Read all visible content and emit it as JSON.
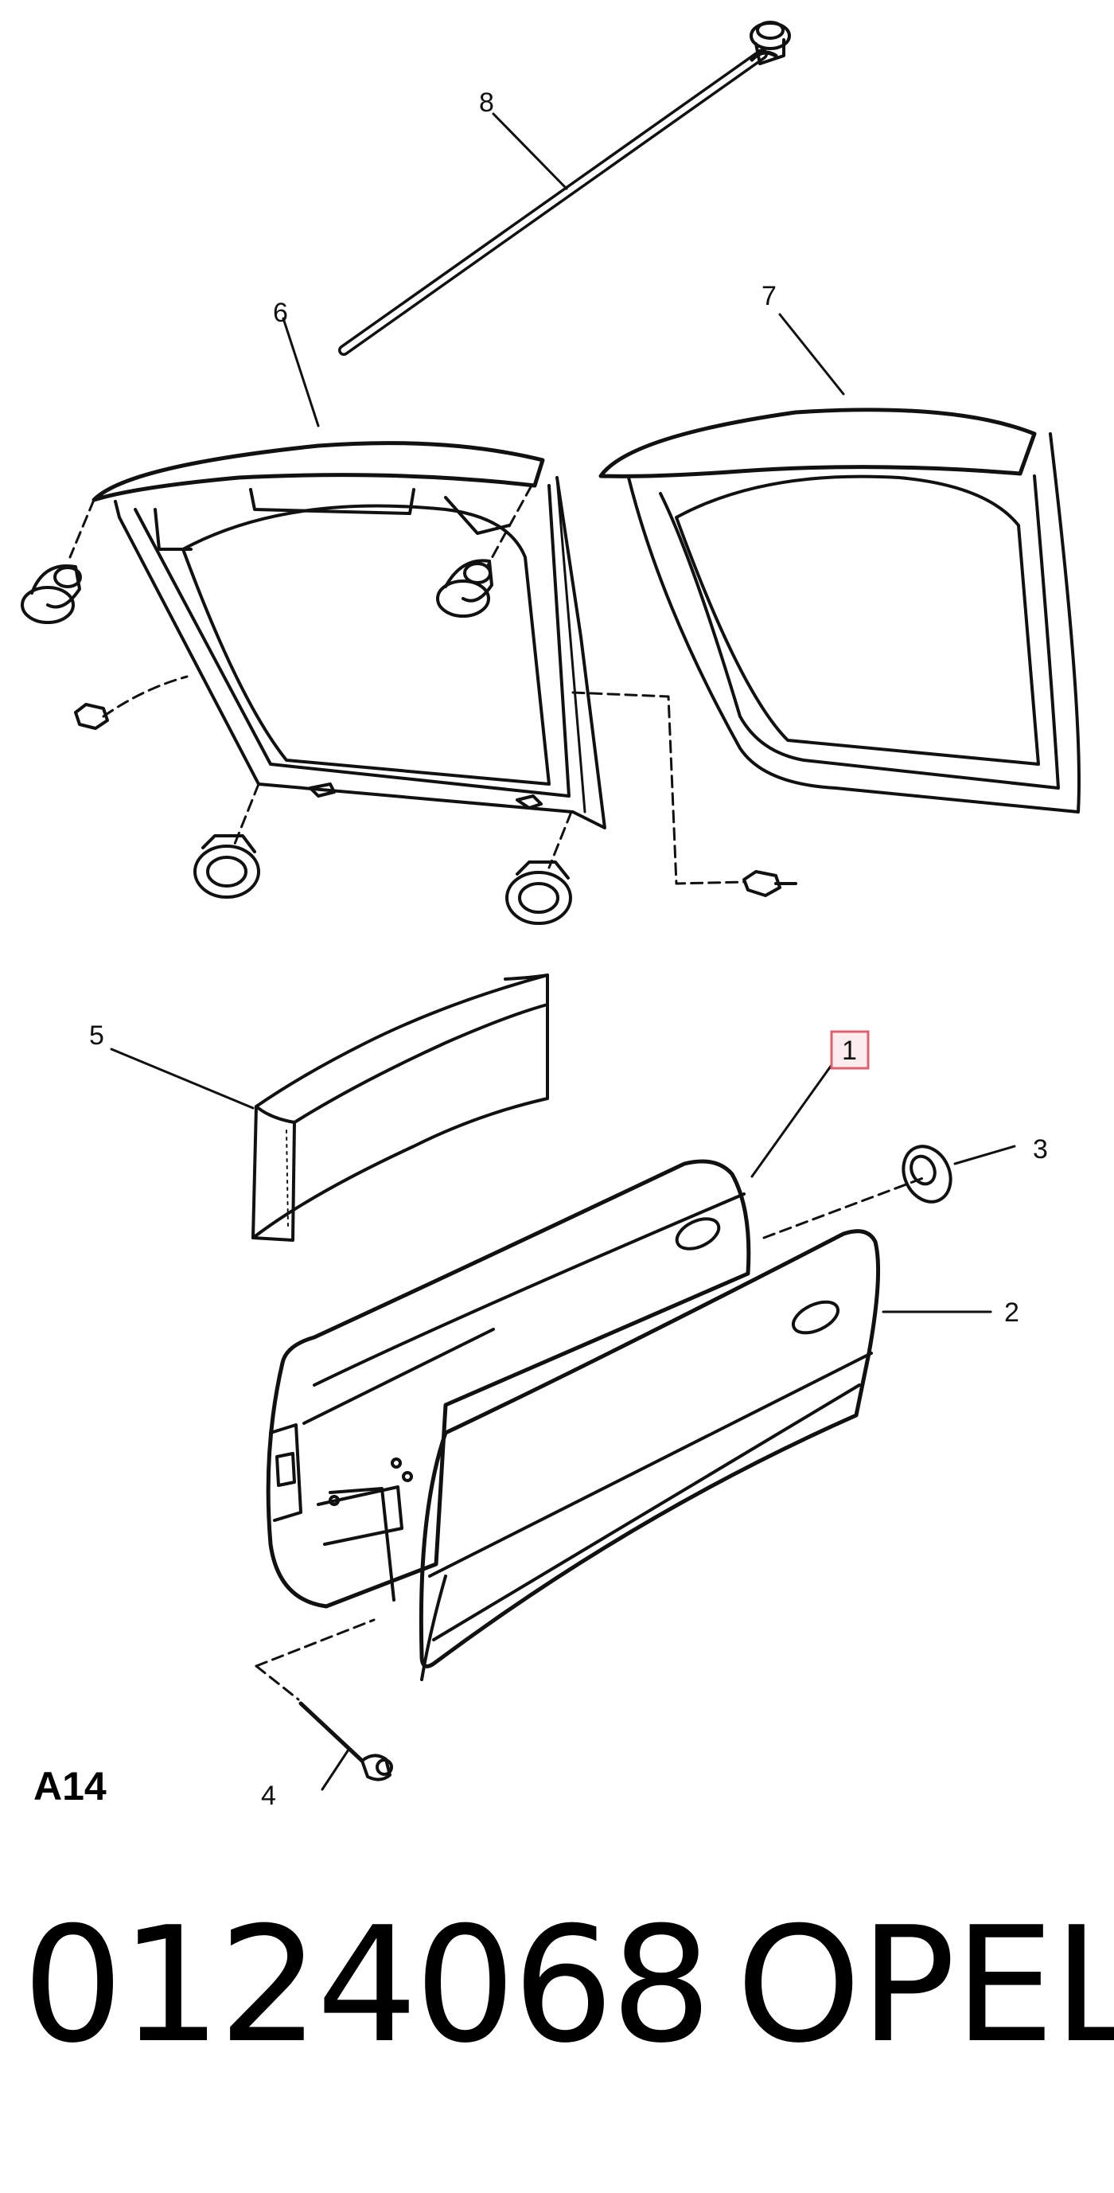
{
  "callouts": {
    "c1": "1",
    "c2": "2",
    "c3": "3",
    "c4": "4",
    "c5": "5",
    "c6": "6",
    "c7": "7",
    "c8": "8"
  },
  "highlight_color": "#e06070",
  "section_code": "A14",
  "part_number": "0124068",
  "brand": "OPEL"
}
